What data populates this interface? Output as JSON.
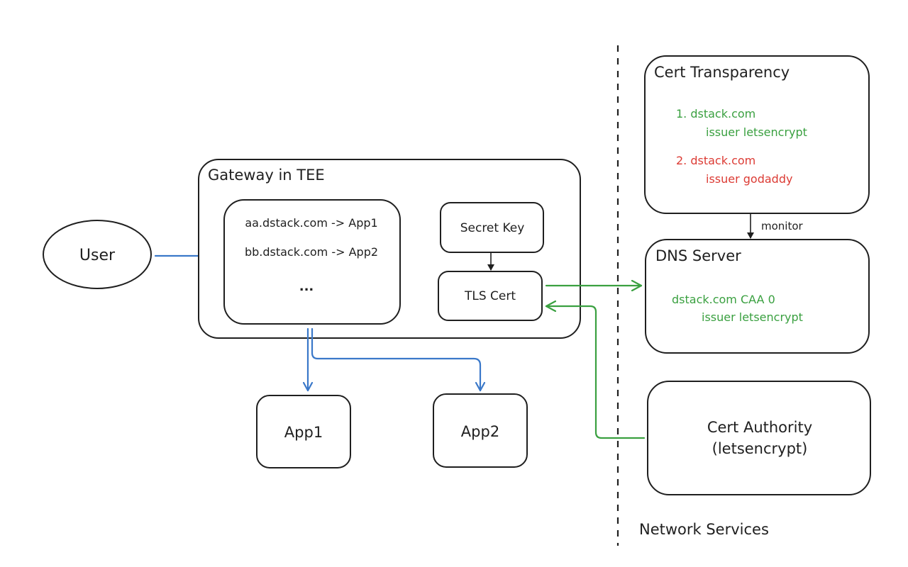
{
  "user": {
    "label": "User"
  },
  "gateway": {
    "title": "Gateway in TEE",
    "routes": [
      "aa.dstack.com -> App1",
      "bb.dstack.com -> App2",
      "..."
    ],
    "secret_key": "Secret Key",
    "tls_cert": "TLS Cert"
  },
  "apps": [
    "App1",
    "App2"
  ],
  "cert_transparency": {
    "title": "Cert Transparency",
    "entries": [
      {
        "line1": "1. dstack.com",
        "line2": "issuer letsencrypt",
        "status": "valid"
      },
      {
        "line1": "2. dstack.com",
        "line2": "issuer godaddy",
        "status": "invalid"
      }
    ]
  },
  "monitor_label": "monitor",
  "dns_server": {
    "title": "DNS Server",
    "record_line1": "dstack.com CAA 0",
    "record_line2": "issuer letsencrypt"
  },
  "cert_authority": {
    "line1": "Cert Authority",
    "line2": "(letsencrypt)"
  },
  "network_services_label": "Network Services",
  "colors": {
    "valid": "#3aa040",
    "invalid": "#dc3b34",
    "traffic": "#3a78c9"
  }
}
